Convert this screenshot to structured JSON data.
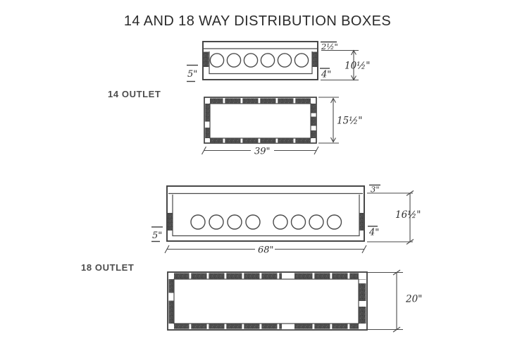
{
  "page": {
    "title": "14 AND 18 WAY DISTRIBUTION BOXES",
    "ink_color": "#3f3f3f",
    "fill_color": "#4c4c4c",
    "background": "#ffffff"
  },
  "box14": {
    "label": "14 OUTLET",
    "front": {
      "visible_outlet_circles": 6,
      "dim_left": "5\"",
      "dim_top_right": "2½\"",
      "dim_bottom_right": "4\"",
      "dim_height": "10½\""
    },
    "plan": {
      "dim_width": "39\"",
      "dim_height": "15½\""
    }
  },
  "box18": {
    "label": "18 OUTLET",
    "front": {
      "visible_outlet_circles": 8,
      "dim_left": "5\"",
      "dim_top_right": "3\"",
      "dim_bottom_right": "4\"",
      "dim_height": "16½\"",
      "dim_width": "68\""
    },
    "plan": {
      "dim_height": "20\""
    }
  }
}
